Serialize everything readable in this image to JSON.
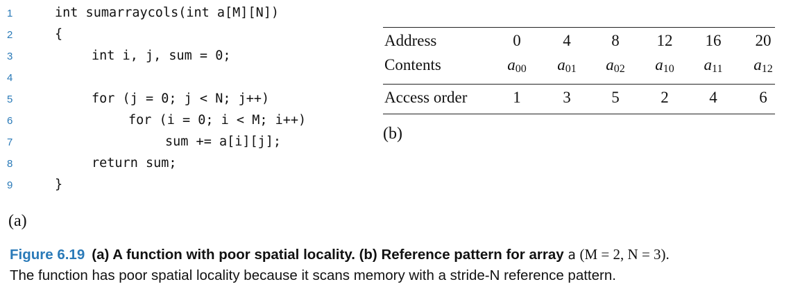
{
  "code": {
    "lines": [
      {
        "num": "1",
        "text": "int sumarraycols(int a[M][N])"
      },
      {
        "num": "2",
        "text": "{"
      },
      {
        "num": "3",
        "text": "int i, j, sum = 0;"
      },
      {
        "num": "4",
        "text": ""
      },
      {
        "num": "5",
        "text": "for (j = 0; j < N; j++)"
      },
      {
        "num": "6",
        "text": "for (i = 0; i < M; i++)"
      },
      {
        "num": "7",
        "text": "sum += a[i][j];"
      },
      {
        "num": "8",
        "text": "return sum;"
      },
      {
        "num": "9",
        "text": "}"
      }
    ],
    "panel_label": "(a)"
  },
  "table": {
    "row_labels": {
      "address": "Address",
      "contents": "Contents",
      "access": "Access order"
    },
    "addresses": [
      "0",
      "4",
      "8",
      "12",
      "16",
      "20"
    ],
    "contents": [
      {
        "base": "a",
        "sub": "00"
      },
      {
        "base": "a",
        "sub": "01"
      },
      {
        "base": "a",
        "sub": "02"
      },
      {
        "base": "a",
        "sub": "10"
      },
      {
        "base": "a",
        "sub": "11"
      },
      {
        "base": "a",
        "sub": "12"
      }
    ],
    "access_order": [
      "1",
      "3",
      "5",
      "2",
      "4",
      "6"
    ],
    "panel_label": "(b)"
  },
  "caption": {
    "label": "Figure 6.19",
    "title_part1": "(a) A function with poor spatial locality. (b) Reference pattern for array",
    "array_name": "a",
    "dims_text": "(M = 2, N = 3).",
    "body": "The function has poor spatial locality because it scans memory with a stride-N reference pattern."
  },
  "colors": {
    "accent": "#2a7ab8"
  }
}
